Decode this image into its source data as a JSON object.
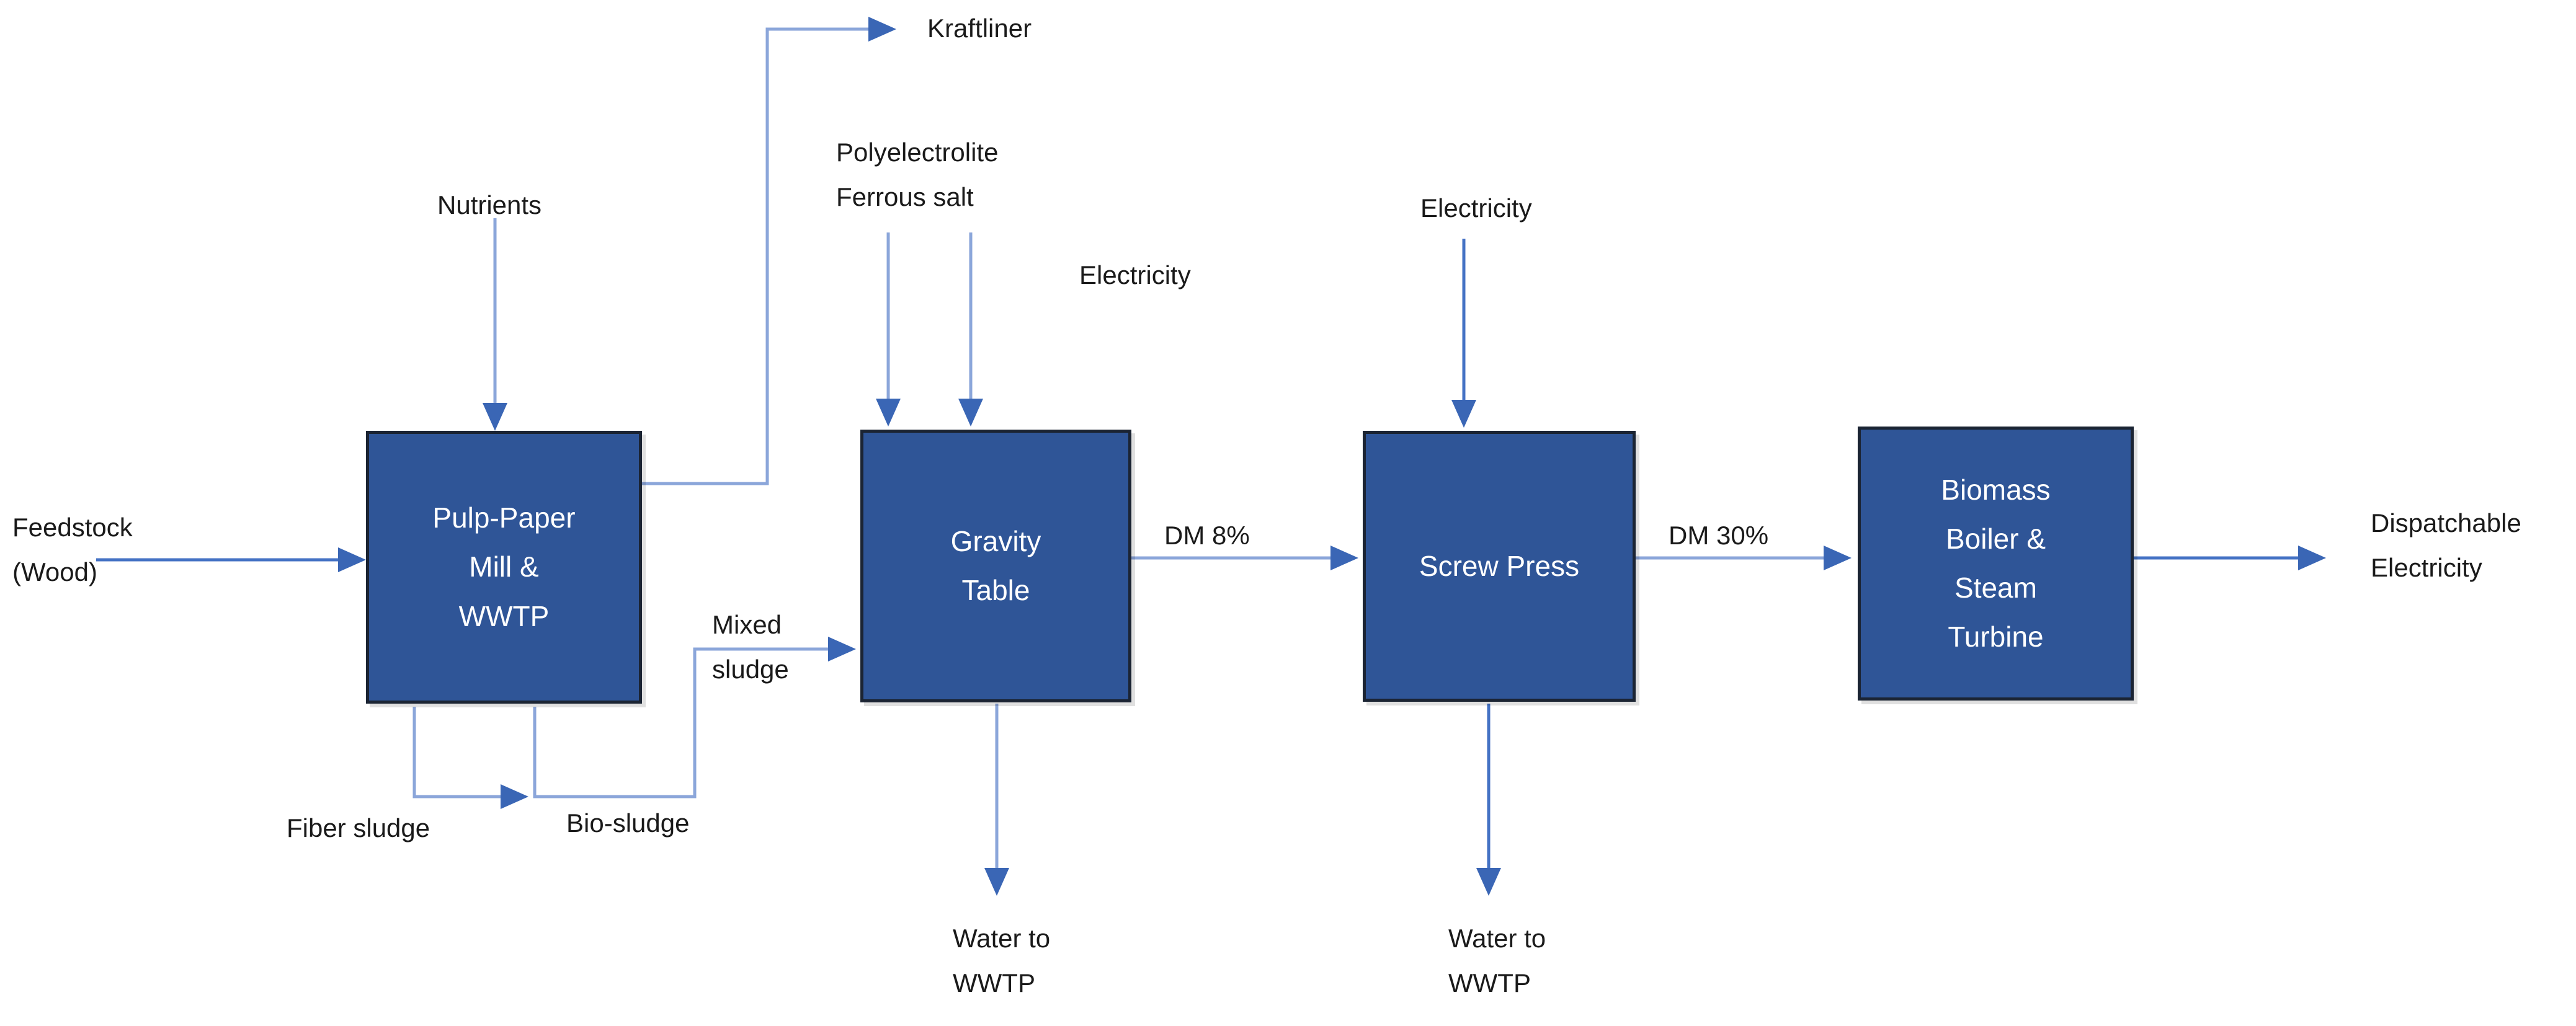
{
  "diagram_type": "process-flow",
  "colors": {
    "box_fill": "#2F5597",
    "box_border": "#1B2433",
    "arrow_strong": "#4472C4",
    "arrow_light": "#8BA6DA",
    "arrow_head": "#3A66B5",
    "label_text": "#1a1a1a",
    "box_text": "#ffffff"
  },
  "boxes": [
    {
      "id": "pulp-paper-mill",
      "label": "Pulp-Paper\nMill &\nWWTP"
    },
    {
      "id": "gravity-table",
      "label": "Gravity\nTable"
    },
    {
      "id": "screw-press",
      "label": "Screw Press"
    },
    {
      "id": "biomass-boiler",
      "label": "Biomass\nBoiler &\nSteam\nTurbine"
    }
  ],
  "labels": {
    "kraftliner": "Kraftliner",
    "nutrients": "Nutrients",
    "polyelectrolite": "Polyelectrolite\nFerrous salt",
    "electricity_gravity": "Electricity",
    "electricity_screw": "Electricity",
    "feedstock": "Feedstock\n(Wood)",
    "mixed_sludge": "Mixed\nsludge",
    "fiber_sludge": "Fiber sludge",
    "bio_sludge": "Bio-sludge",
    "dm8": "DM 8%",
    "dm30": "DM 30%",
    "water_wwtp_gravity": "Water to\nWWTP",
    "water_wwtp_screw": "Water to\nWWTP",
    "dispatchable": "Dispatchable\nElectricity"
  },
  "flows": [
    {
      "from": "Feedstock (Wood)",
      "to": "Pulp-Paper Mill & WWTP",
      "label": ""
    },
    {
      "from": "Nutrients",
      "to": "Pulp-Paper Mill & WWTP",
      "label": ""
    },
    {
      "from": "Pulp-Paper Mill & WWTP",
      "to": "Kraftliner",
      "label": ""
    },
    {
      "from": "Pulp-Paper Mill & WWTP",
      "to": "Bio-sludge line",
      "label": "Fiber sludge"
    },
    {
      "from": "Pulp-Paper Mill & WWTP",
      "to": "Gravity Table",
      "label": "Bio-sludge / Mixed sludge"
    },
    {
      "from": "Polyelectrolite Ferrous salt",
      "to": "Gravity Table",
      "label": ""
    },
    {
      "from": "Electricity",
      "to": "Gravity Table",
      "label": ""
    },
    {
      "from": "Gravity Table",
      "to": "Screw Press",
      "label": "DM 8%"
    },
    {
      "from": "Gravity Table",
      "to": "Water to WWTP",
      "label": ""
    },
    {
      "from": "Electricity",
      "to": "Screw Press",
      "label": ""
    },
    {
      "from": "Screw Press",
      "to": "Biomass Boiler & Steam Turbine",
      "label": "DM 30%"
    },
    {
      "from": "Screw Press",
      "to": "Water to WWTP",
      "label": ""
    },
    {
      "from": "Biomass Boiler & Steam Turbine",
      "to": "Dispatchable Electricity",
      "label": ""
    }
  ]
}
